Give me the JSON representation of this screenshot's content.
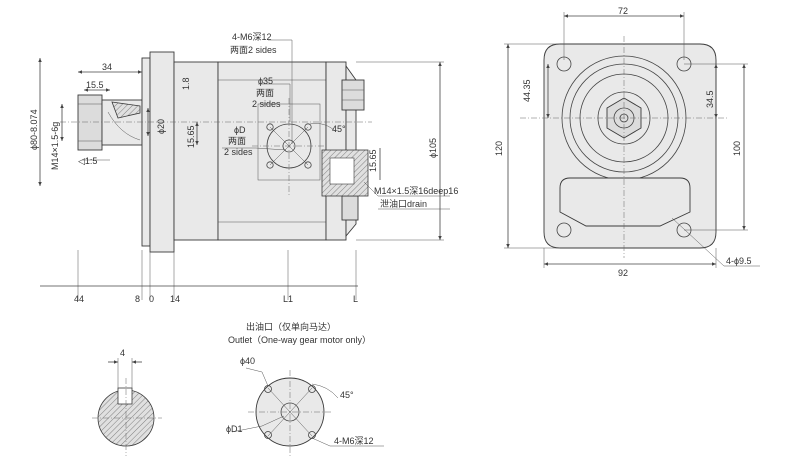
{
  "side_view": {
    "thread_holes_top": "4-M6深12",
    "both_sides_top": "两面2 sides",
    "dim_34": "34",
    "dim_15_5": "15.5",
    "dim_1_8": "1.8",
    "shaft_dia": "ϕ80-8.074",
    "thread_spec": "M14×1.5-6g",
    "dia_20": "ϕ20",
    "taper": "◁1:5",
    "dia_35": "ϕ35",
    "both_sides_cn_1": "两面",
    "both_sides_en_1": "2 sides",
    "dia_d": "ϕD",
    "both_sides_cn_2": "两面",
    "both_sides_en_2": "2 sides",
    "angle_45": "45°",
    "dim_15_65_a": "15.65",
    "dim_15_65_b": "15.65",
    "dia_105": "ϕ105",
    "drain_thread": "M14×1.5深16deep16",
    "drain_label": "泄油口drain",
    "bottom_dims": [
      "44",
      "8",
      "0",
      "14",
      "L1",
      "L"
    ]
  },
  "front_view": {
    "dim_72": "72",
    "dim_44_35": "44.35",
    "dim_34_5": "34.5",
    "dim_120": "120",
    "dim_100": "100",
    "dim_92": "92",
    "holes": "4-ϕ9.5"
  },
  "key_view": {
    "dim_4": "4"
  },
  "outlet_view": {
    "title_cn": "出油口（仅单向马达）",
    "title_en": "Outlet（One-way gear motor only）",
    "dia_40": "ϕ40",
    "angle_45": "45°",
    "dia_d1": "ϕD1",
    "holes": "4-M6深12"
  }
}
